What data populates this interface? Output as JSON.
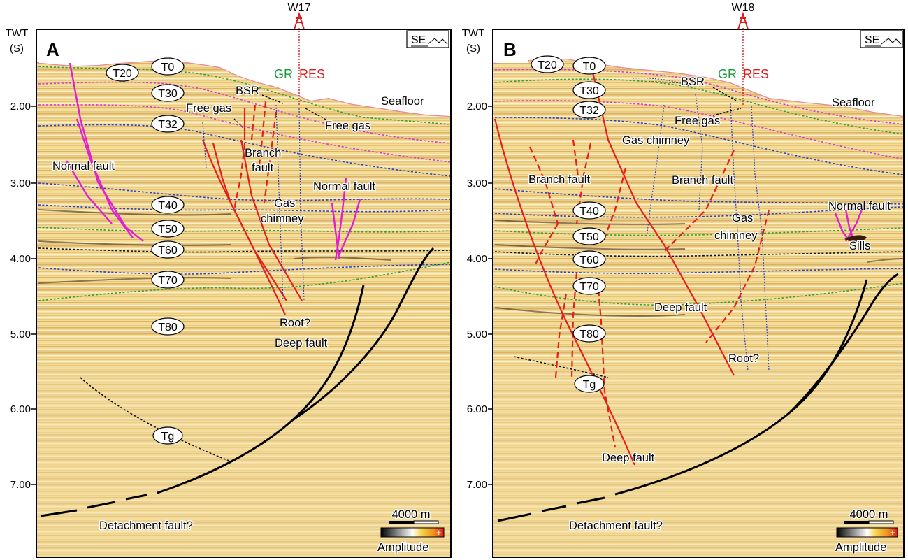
{
  "axis": {
    "title_line1": "TWT",
    "title_line2": "(S)",
    "ticks": [
      "2.00",
      "3.00",
      "4.00",
      "5.00",
      "6.00",
      "7.00"
    ]
  },
  "panels": [
    {
      "letter": "A",
      "well": "W17",
      "compass": "SE",
      "gr": "GR",
      "res": "RES",
      "horizons": [
        "T0",
        "T20",
        "T30",
        "T32",
        "T40",
        "T50",
        "T60",
        "T70",
        "T80",
        "Tg"
      ],
      "labels": {
        "seafloor": "Seafloor",
        "bsr": "BSR",
        "free_gas_1": "Free gas",
        "free_gas_2": "Free gas",
        "branch_fault_1": "Branch",
        "branch_fault_2": "fault",
        "normal_fault_left": "Normal fault",
        "normal_fault_right": "Normal fault",
        "gas_chimney_1": "Gas",
        "gas_chimney_2": "chimney",
        "root": "Root?",
        "deep_fault": "Deep fault",
        "detachment": "Detachment fault?"
      },
      "scale_bar": "4000 m",
      "amplitude_label": "Amplitude",
      "amp_minus": "-",
      "amp_plus": "+"
    },
    {
      "letter": "B",
      "well": "W18",
      "compass": "SE",
      "gr": "GR",
      "res": "RES",
      "horizons": [
        "T20",
        "T0",
        "T30",
        "T32",
        "T40",
        "T50",
        "T60",
        "T70",
        "T80",
        "Tg"
      ],
      "labels": {
        "seafloor": "Seafloor",
        "bsr": "BSR",
        "free_gas": "Free gas",
        "gas_chimney_top": "Gas chimney",
        "branch_fault_left": "Branch fault",
        "branch_fault_mid": "Branch fault",
        "gas_chimney_1": "Gas",
        "gas_chimney_2": "chimney",
        "normal_fault": "Normal fault",
        "sills": "Sills",
        "deep_fault_mid": "Deep fault",
        "root": "Root?",
        "deep_fault_low": "Deep fault",
        "detachment": "Detachment fault?"
      },
      "scale_bar": "4000 m",
      "amplitude_label": "Amplitude",
      "amp_minus": "-",
      "amp_plus": "+"
    }
  ],
  "colors": {
    "fault_red": "#e51f1f",
    "fault_magenta": "#e020d0",
    "fault_black": "#000000",
    "horizon_green": "#2ea32e",
    "horizon_magenta": "#d63ad6",
    "horizon_blue": "#2a3fc8",
    "horizon_black": "#111111",
    "seafloor_pink": "#e58aa0",
    "seismic_bg": "#f3d98f"
  }
}
